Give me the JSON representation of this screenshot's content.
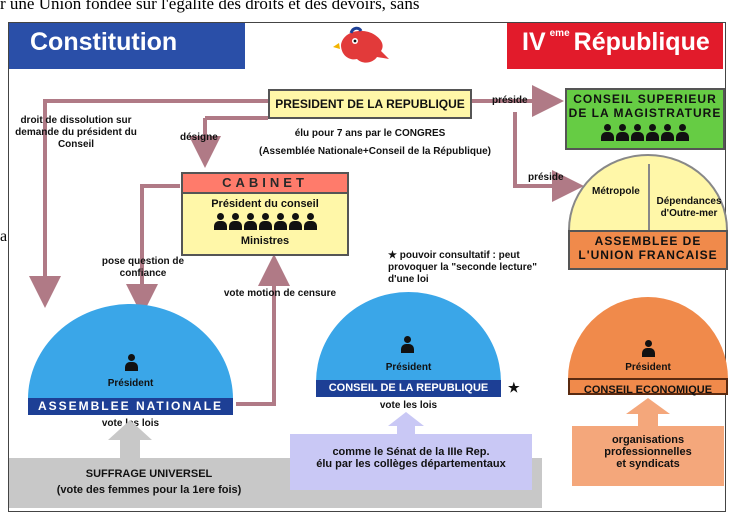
{
  "top_fragment": "r une Union fondée sur l'égalité des droits et des devoirs, sans",
  "side_letter": "a",
  "header": {
    "left_title": "Constitution",
    "right_title_prefix": "IV",
    "right_title_sup": "eme",
    "right_title_rest": "République"
  },
  "president": {
    "title": "PRESIDENT DE LA REPUBLIQUE",
    "line1": "élu pour 7 ans par le CONGRES",
    "line2": "(Assemblée Nationale+Conseil de la République)"
  },
  "labels": {
    "dissolution": "droit de dissolution sur demande du président du Conseil",
    "designe": "désigne",
    "preside1": "préside",
    "preside2": "préside",
    "pose": "pose question de confiance",
    "vote_censure": "vote motion de censure",
    "consultatif": "★ pouvoir consultatif : peut provoquer la \"seconde lecture\" d'une loi",
    "star": "★",
    "vote_lois_an": "vote les lois",
    "vote_lois_cr": "vote les lois"
  },
  "csm": {
    "title_line1": "CONSEIL SUPERIEUR",
    "title_line2": "DE LA MAGISTRATURE"
  },
  "cabinet": {
    "title": "CABINET",
    "president": "Président du conseil",
    "ministres": "Ministres"
  },
  "union": {
    "metropole": "Métropole",
    "dependances": "Dépendances d'Outre-mer",
    "title_line1": "ASSEMBLEE DE",
    "title_line2": "L'UNION FRANCAISE"
  },
  "assemblee": {
    "president": "Président",
    "title": "ASSEMBLEE NATIONALE"
  },
  "conseil_rep": {
    "president": "Président",
    "title": "CONSEIL DE LA REPUBLIQUE"
  },
  "conseil_eco": {
    "president": "Président",
    "title": "CONSEIL ECONOMIQUE"
  },
  "suffrage": {
    "line1": "SUFFRAGE UNIVERSEL",
    "line2": "(vote des femmes pour la 1ere fois)"
  },
  "senat": {
    "line1": "comme le Sénat de la IIIe Rep.",
    "line2": "élu par les collèges départementaux"
  },
  "organisations": {
    "line1": "organisations",
    "line2": "professionnelles",
    "line3": "et syndicats"
  },
  "colors": {
    "blue": "#2a4fa8",
    "red": "#e21b2b",
    "arrow": "#b07a86",
    "dome_blue": "#3aa6e8",
    "green": "#66cc44",
    "orange": "#f08a4b",
    "yellow": "#fff7a8"
  }
}
